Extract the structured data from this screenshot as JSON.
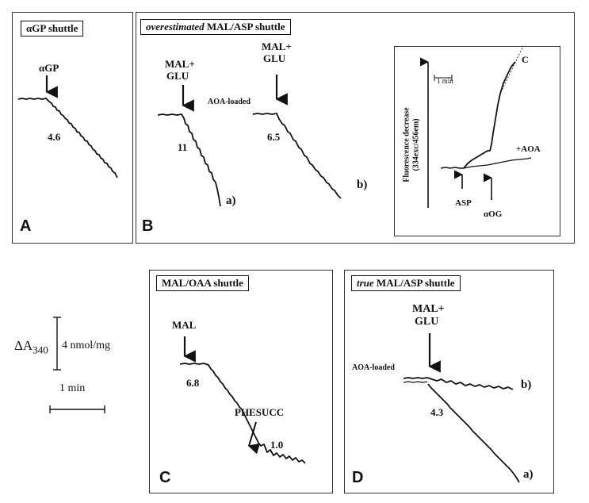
{
  "panel_a": {
    "title": "αGP shuttle",
    "letter": "A",
    "arrow_label": "αGP",
    "rate": "4.6"
  },
  "panel_b": {
    "title_italic": "overestimated",
    "title_rest": " MAL/ASP shuttle",
    "letter": "B",
    "trace_a_label_line1": "MAL+",
    "trace_a_label_line2": "GLU",
    "trace_a_rate": "11",
    "trace_a_tag": "a)",
    "trace_b_label_line1": "MAL+",
    "trace_b_label_line2": "GLU",
    "trace_b_note": "AOA-loaded",
    "trace_b_rate": "6.5",
    "trace_b_tag": "b)",
    "inset": {
      "ylabel_line1": "Fluorescence decrease",
      "ylabel_line2": "(334exc/456em)",
      "time_scale": "1 min",
      "curve_c": "C",
      "curve_aoa": "+AOA",
      "arrow_asp": "ASP",
      "arrow_aog": "αOG"
    }
  },
  "scale": {
    "delta_label": "ΔA",
    "delta_sub": "340",
    "amount": "4 nmol/mg",
    "time": "1 min"
  },
  "panel_c": {
    "title": "MAL/OAA shuttle",
    "letter": "C",
    "arrow1_label": "MAL",
    "rate1": "6.8",
    "arrow2_label": "PHESUCC",
    "rate2": "1.0"
  },
  "panel_d": {
    "title_italic": "true",
    "title_rest": " MAL/ASP shuttle",
    "letter": "D",
    "arrow_label_line1": "MAL+",
    "arrow_label_line2": "GLU",
    "note": "AOA-loaded",
    "rate": "4.3",
    "tag_b": "b)",
    "tag_a": "a)"
  }
}
